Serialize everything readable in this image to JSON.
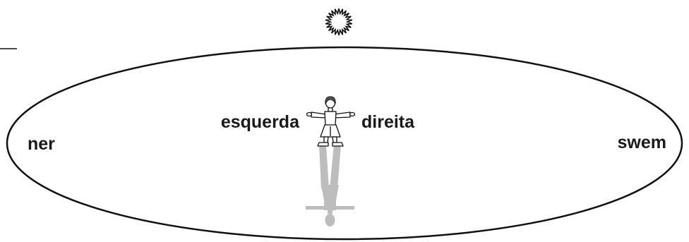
{
  "labels": {
    "left": "ner",
    "right": "swem",
    "person_left": "esquerda",
    "person_right": "direita"
  },
  "icons": {
    "sun": "sun-icon",
    "person": "person-figure",
    "shadow": "person-shadow"
  },
  "colors": {
    "stroke": "#111111",
    "shadow": "#bdbdbd",
    "background": "#ffffff"
  }
}
